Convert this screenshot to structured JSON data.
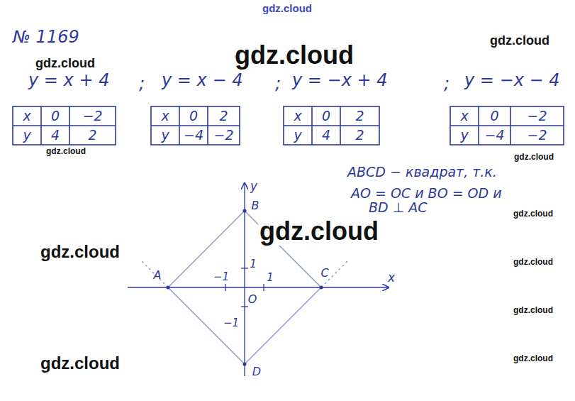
{
  "diagram": {
    "labels": [
      "gdz.cloud",
      "№ 1169",
      "gdz.cloud",
      "gdz.cloud",
      "gdz.cloud",
      "y = x + 4",
      ";",
      "y = x − 4",
      ";",
      "y = −x + 4",
      ";",
      "y = −x − 4",
      "x",
      "0",
      "−2",
      "y",
      "4",
      "2",
      "x",
      "0",
      "2",
      "y",
      "−4",
      "−2",
      "x",
      "0",
      "2",
      "y",
      "4",
      "2",
      "x",
      "0",
      "−2",
      "y",
      "−4",
      "−2",
      "gdz.cloud",
      "gdz.cloud",
      "ABCD − квадрат, т.к.",
      "AO = OC и BO = OD и",
      "BD ⊥ AC",
      "gdz.cloud",
      "gdz.cloud",
      "gdz.cloud",
      "y",
      "B",
      "1",
      "−1",
      "1",
      "O",
      "−1",
      "C",
      "x",
      "A",
      "D",
      "gdz.cloud",
      "gdz.cloud",
      "gdz.cloud",
      "gdz.cloud"
    ]
  }
}
